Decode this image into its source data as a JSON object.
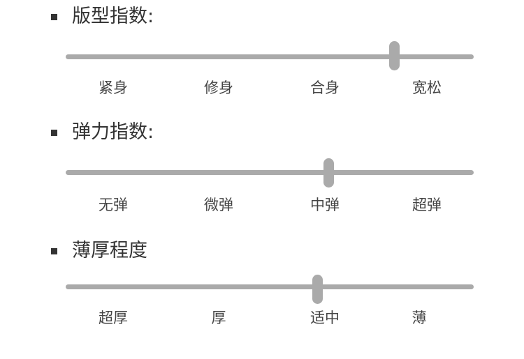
{
  "attributes": [
    {
      "title": "版型指数:",
      "options": [
        "紧身",
        "修身",
        "合身",
        "宽松"
      ],
      "selected_position": 0.805,
      "color": "#aaaaaa"
    },
    {
      "title": "弹力指数:",
      "options": [
        "无弹",
        "微弹",
        "中弹",
        "超弹"
      ],
      "selected_position": 0.645,
      "color": "#aaaaaa"
    },
    {
      "title": "薄厚程度",
      "options": [
        "超厚",
        "厚",
        "适中",
        "薄"
      ],
      "selected_position": 0.618,
      "color": "#aaaaaa"
    }
  ]
}
